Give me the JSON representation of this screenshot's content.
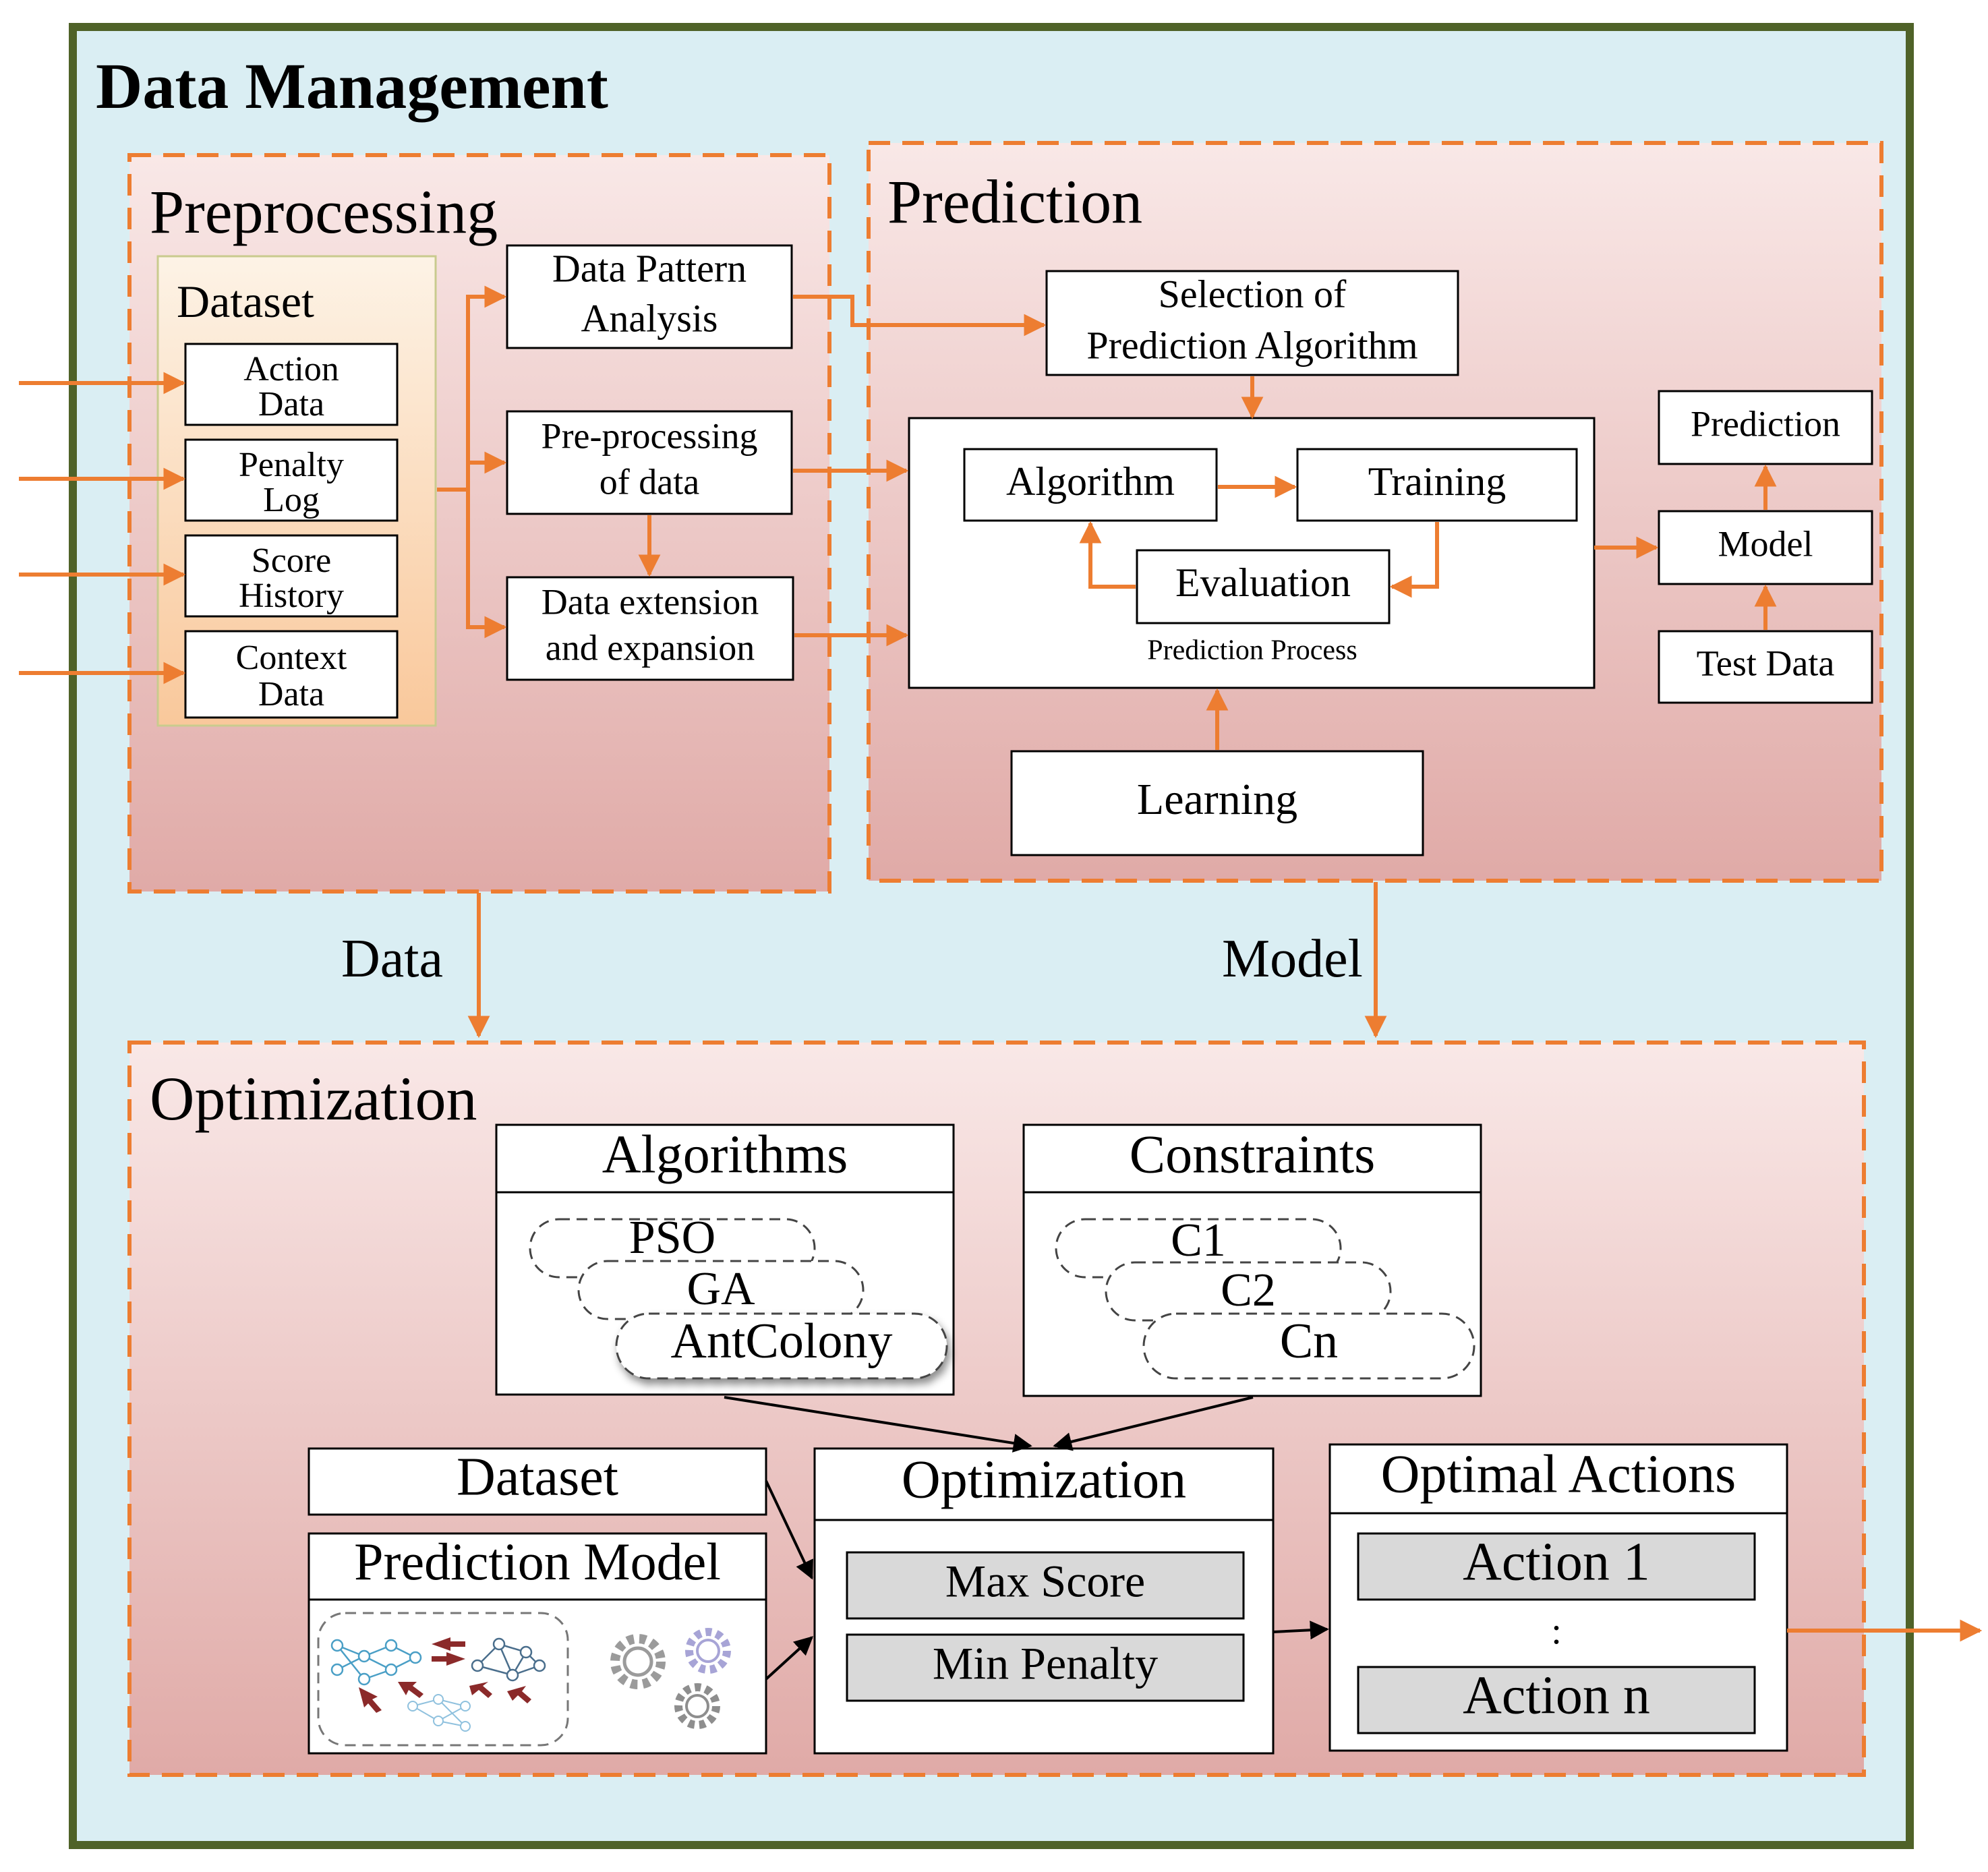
{
  "title": "Data Management",
  "colors": {
    "accent": "#ED7D31",
    "frame": "#4F6228",
    "background": "#DAEEF3",
    "section_top": "#F9E8E7",
    "section_bottom": "#E0AAA7",
    "gray_box": "#D9D9D9"
  },
  "preprocessing": {
    "heading": "Preprocessing",
    "dataset_heading": "Dataset",
    "dataset_items": [
      [
        "Action",
        "Data"
      ],
      [
        "Penalty",
        "Log"
      ],
      [
        "Score",
        "History"
      ],
      [
        "Context",
        "Data"
      ]
    ],
    "steps": {
      "pattern": [
        "Data Pattern",
        "Analysis"
      ],
      "preprocess": [
        "Pre-processing",
        "of data"
      ],
      "extension": [
        "Data extension",
        "and expansion"
      ]
    }
  },
  "prediction": {
    "heading": "Prediction",
    "selection": [
      "Selection of",
      "Prediction Algorithm"
    ],
    "algorithm": "Algorithm",
    "training": "Training",
    "evaluation": "Evaluation",
    "process_caption": "Prediction Process",
    "learning": "Learning",
    "out_prediction": "Prediction",
    "model": "Model",
    "test_data": "Test Data"
  },
  "flow_labels": {
    "data": "Data",
    "model": "Model"
  },
  "optimization": {
    "heading": "Optimization",
    "algorithms": {
      "title": "Algorithms",
      "items": [
        "PSO",
        "GA",
        "AntColony"
      ]
    },
    "constraints": {
      "title": "Constraints",
      "items": [
        "C1",
        "C2",
        "Cn"
      ]
    },
    "dataset": "Dataset",
    "prediction_model": "Prediction Model",
    "optimizer": {
      "title": "Optimization",
      "objectives": [
        "Max Score",
        "Min Penalty"
      ]
    },
    "optimal_actions": {
      "title": "Optimal Actions",
      "items": [
        "Action 1",
        ":",
        "Action n"
      ]
    }
  }
}
